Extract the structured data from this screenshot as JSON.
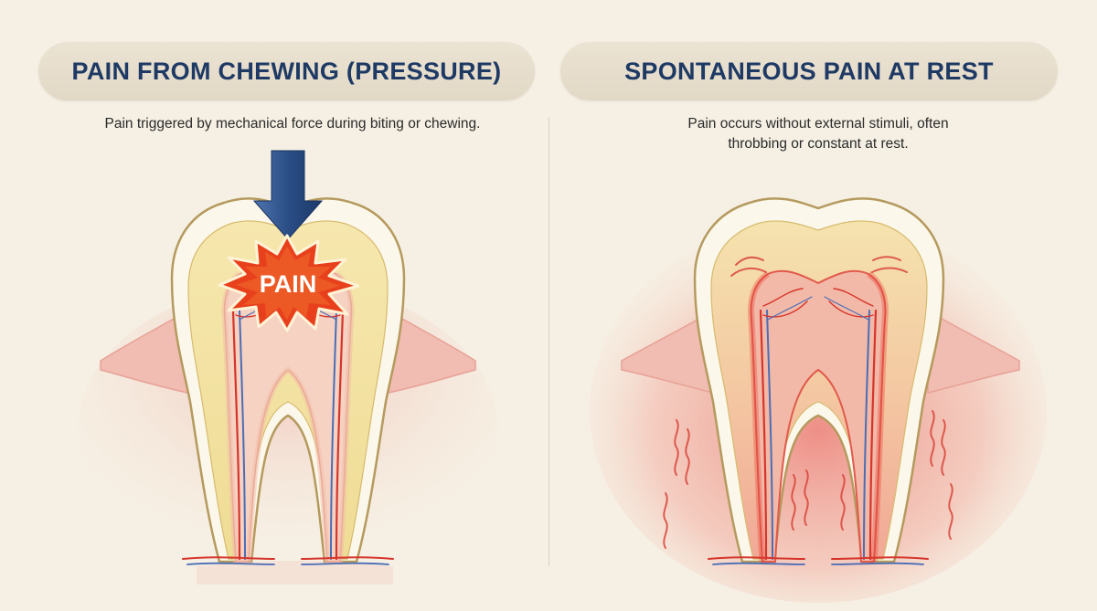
{
  "panels": [
    {
      "title": "PAIN FROM CHEWING (PRESSURE)",
      "caption": "Pain triggered by mechanical force during biting or chewing.",
      "burst_label": "PAIN"
    },
    {
      "title": "SPONTANEOUS PAIN AT REST",
      "caption_line1": "Pain occurs without external stimuli, often",
      "caption_line2": "throbbing or constant at rest."
    }
  ],
  "colors": {
    "background": "#f6f0e4",
    "title_text": "#1e3a64",
    "arrow": "#2b4f86",
    "burst": "#e8401c",
    "enamel": "#fbf7ea",
    "dentin": "#f3e4a6",
    "gum": "#f0b8ae",
    "nerve_red": "#d6352b",
    "nerve_blue": "#4a6db5"
  }
}
